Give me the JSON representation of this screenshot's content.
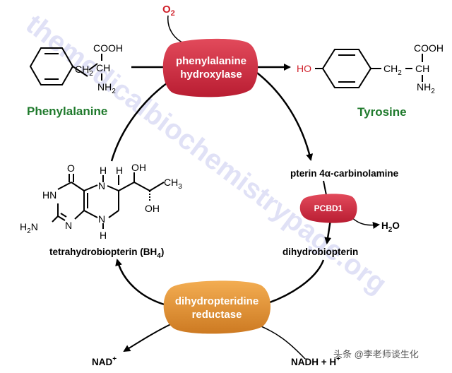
{
  "colors": {
    "enzyme_red": "#c8233a",
    "enzyme_red_light": "#e24a5b",
    "enzyme_orange": "#d9862c",
    "enzyme_orange_light": "#f0a84a",
    "compound_green": "#1f7a2c",
    "hydroxyl_red": "#d0202a",
    "watermark": "#c7c9ef"
  },
  "watermark": {
    "text": "themedicalbiochemistrypage.org"
  },
  "footer_credit": {
    "text": "头条 @李老师谈生化"
  },
  "cofactor_o2": {
    "text": "O",
    "subscript": "2"
  },
  "enzyme_pah": {
    "line1": "phenylalanine",
    "line2": "hydroxylase"
  },
  "enzyme_pcbd1": {
    "text": "PCBD1"
  },
  "enzyme_dhpr": {
    "line1": "dihydropteridine",
    "line2": "reductase"
  },
  "phenylalanine": {
    "name": "Phenylalanine",
    "cooh": "COOH",
    "ch2": "CH",
    "ch2_sub": "2",
    "ch": "CH",
    "nh2": "NH",
    "nh2_sub": "2"
  },
  "tyrosine": {
    "name": "Tyrosine",
    "ho": "HO",
    "cooh": "COOH",
    "ch2": "CH",
    "ch2_sub": "2",
    "ch": "CH",
    "nh2": "NH",
    "nh2_sub": "2"
  },
  "bh4": {
    "label": "tetrahydrobiopterin (BH",
    "label_sub": "4",
    "label_end": ")",
    "o": "O",
    "hn": "HN",
    "h2n": "H",
    "h2n_sub": "2",
    "h2n_n": "N",
    "n_left": "N",
    "n_bottom": "N",
    "n_top_right": "N",
    "h_top": "H",
    "n_bottom_right": "N",
    "h_bottom": "H",
    "h_stereo": "H",
    "oh_top": "OH",
    "oh_bottom": "OH",
    "ch3": "CH",
    "ch3_sub": "3"
  },
  "pterin_carbinolamine": {
    "text": "pterin 4α-carbinolamine"
  },
  "dihydrobiopterin": {
    "text": "dihydrobiopterin"
  },
  "water": {
    "text": "H",
    "sub": "2",
    "end": "O"
  },
  "nad_plus": {
    "text": "NAD",
    "sup": "+"
  },
  "nadh": {
    "text": "NADH + H",
    "sup": "+"
  }
}
